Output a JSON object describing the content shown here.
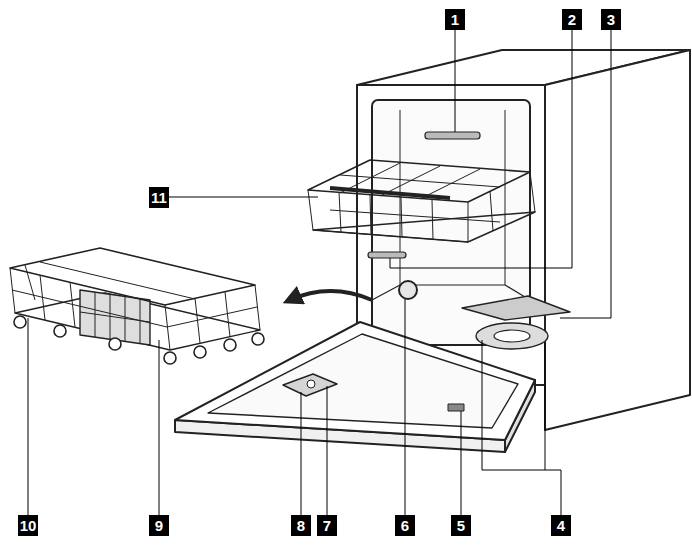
{
  "diagram": {
    "labels": [
      "1",
      "2",
      "3",
      "11",
      "10",
      "9",
      "8",
      "7",
      "6",
      "5",
      "4"
    ]
  }
}
